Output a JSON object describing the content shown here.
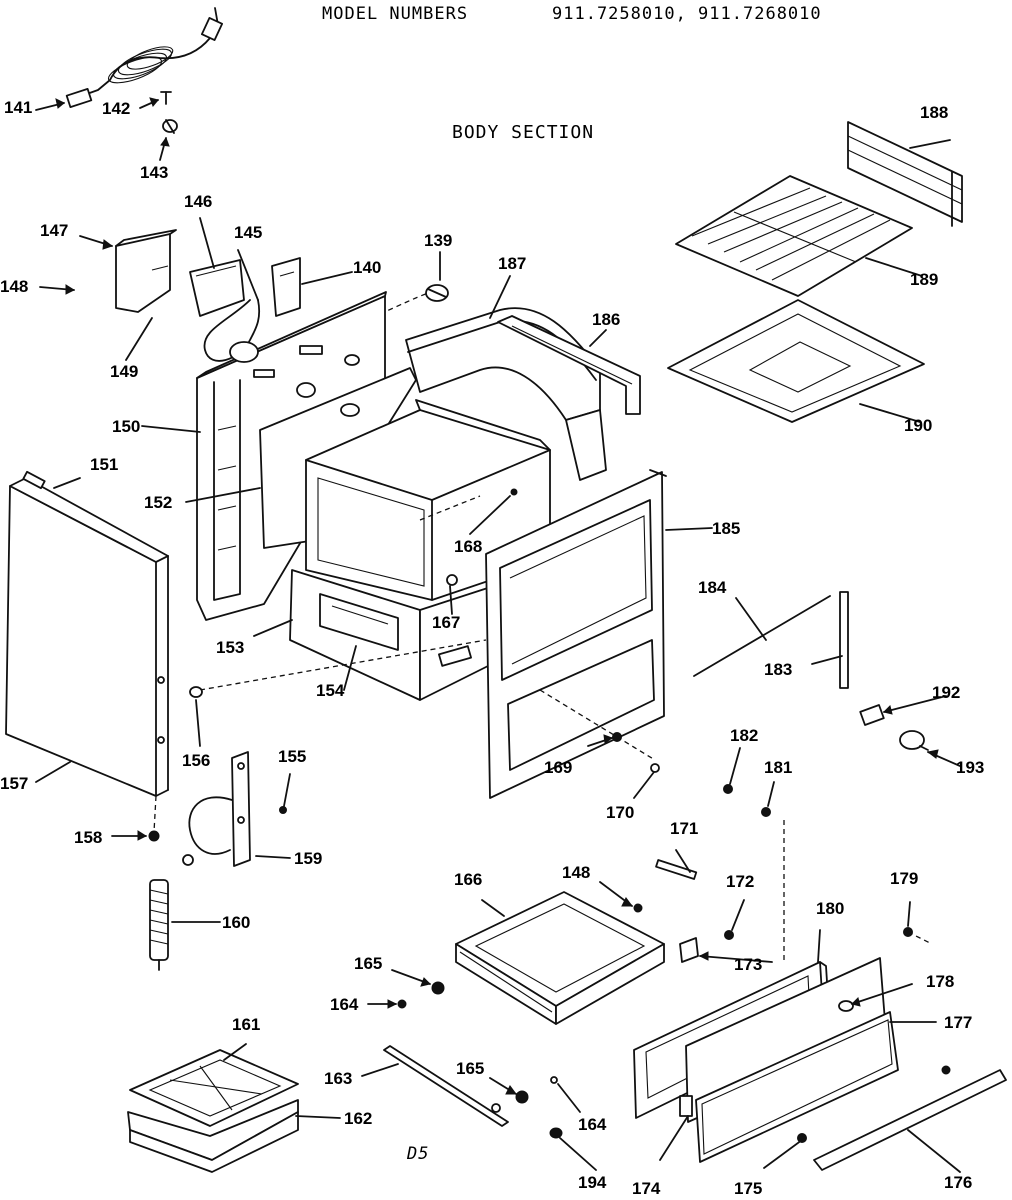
{
  "header": {
    "model_label": "MODEL  NUMBERS",
    "model_numbers": "911.7258010,  911.7268010",
    "section_title": "BODY  SECTION",
    "page_code": "D5"
  },
  "parts": {
    "p139": "139",
    "p140": "140",
    "p141": "141",
    "p142": "142",
    "p143": "143",
    "p145": "145",
    "p146": "146",
    "p147": "147",
    "p148a": "148",
    "p148b": "148",
    "p149": "149",
    "p150": "150",
    "p151": "151",
    "p152": "152",
    "p153": "153",
    "p154": "154",
    "p155": "155",
    "p156": "156",
    "p157": "157",
    "p158": "158",
    "p159": "159",
    "p160": "160",
    "p161": "161",
    "p162": "162",
    "p163": "163",
    "p164a": "164",
    "p164b": "164",
    "p165a": "165",
    "p165b": "165",
    "p166": "166",
    "p167": "167",
    "p168": "168",
    "p169": "169",
    "p170": "170",
    "p171": "171",
    "p172": "172",
    "p173": "173",
    "p174": "174",
    "p175": "175",
    "p176": "176",
    "p177": "177",
    "p178": "178",
    "p179": "179",
    "p180": "180",
    "p181": "181",
    "p182": "182",
    "p183": "183",
    "p184": "184",
    "p185": "185",
    "p186": "186",
    "p187": "187",
    "p188": "188",
    "p189": "189",
    "p190": "190",
    "p192": "192",
    "p193": "193",
    "p194": "194"
  }
}
